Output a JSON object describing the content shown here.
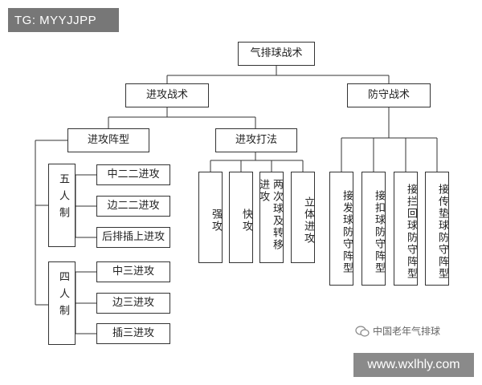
{
  "watermark": {
    "tg": "TG: MYYJJPP",
    "url": "www.wxlhly.com",
    "source": "中国老年气排球"
  },
  "diagram": {
    "root": "气排球战术",
    "offense": "进攻战术",
    "defense": "防守战术",
    "formation": "进攻阵型",
    "tactics": "进攻打法",
    "five_label": "五人制",
    "four_label": "四人制",
    "five_items": [
      "中二二进攻",
      "边二二进攻",
      "后排插上进攻"
    ],
    "four_items": [
      "中三进攻",
      "边三进攻",
      "插三进攻"
    ],
    "tactic_items": [
      "强攻",
      "快攻",
      "两次球及转移进攻",
      "立体进攻"
    ],
    "defense_items": [
      "接发球防守阵型",
      "接扣球防守阵型",
      "接拦回球防守阵型",
      "接传垫球防守阵型"
    ]
  }
}
